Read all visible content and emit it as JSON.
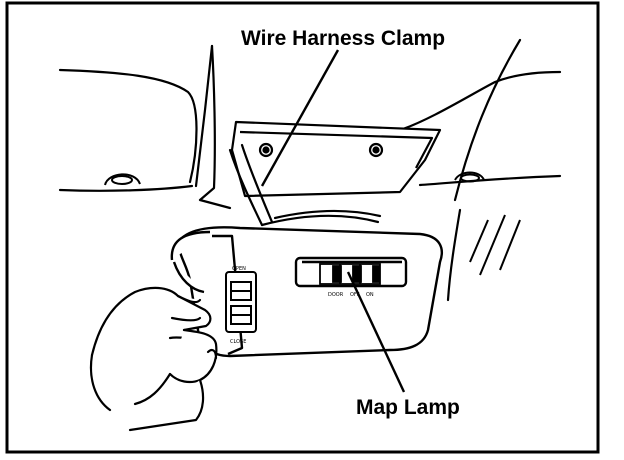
{
  "labels": {
    "wire_harness_clamp": "Wire Harness Clamp",
    "map_lamp": "Map Lamp"
  },
  "switch_marks": {
    "open": "OPEN",
    "close": "CLOSE",
    "door": "DOOR",
    "off": "OFF",
    "on": "ON"
  },
  "colors": {
    "ink": "#000000",
    "paper": "#ffffff"
  }
}
